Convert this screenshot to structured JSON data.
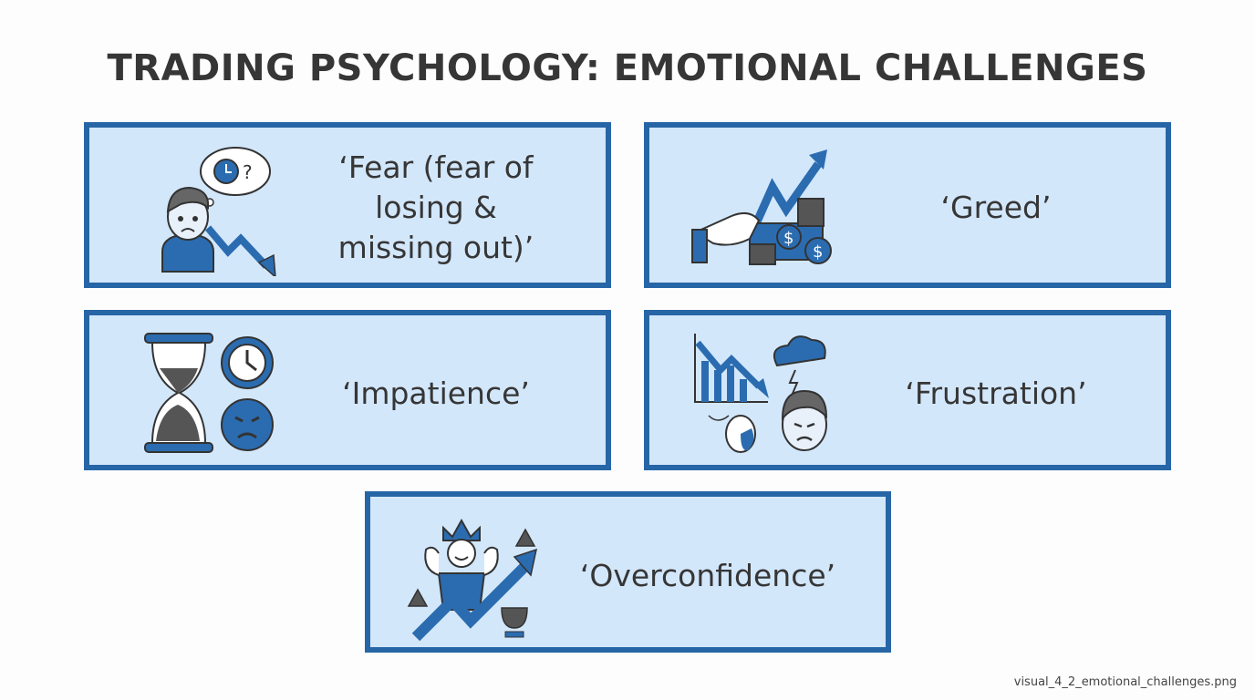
{
  "title": "TRADING PSYCHOLOGY: EMOTIONAL CHALLENGES",
  "colors": {
    "border": "#2766a6",
    "fill": "#d3e7fb",
    "icon_blue": "#2b6cb0",
    "icon_dark": "#444444",
    "text": "#363636"
  },
  "cards": [
    {
      "label": "‘Fear (fear of losing & missing out)’",
      "lines": [
        "‘Fear (fear of",
        "losing &",
        "missing out)’"
      ],
      "icon": "anxious-person-falling-chart-icon"
    },
    {
      "label": "‘Greed’",
      "icon": "hand-grabbing-money-icon"
    },
    {
      "label": "‘Impatience’",
      "icon": "hourglass-clock-angry-icon"
    },
    {
      "label": "‘Frustration’",
      "icon": "falling-chart-storm-angry-icon"
    },
    {
      "label": "‘Overconfidence’",
      "icon": "crowned-person-rising-arrow-icon"
    }
  ],
  "footer": "visual_4_2_emotional_challenges.png"
}
